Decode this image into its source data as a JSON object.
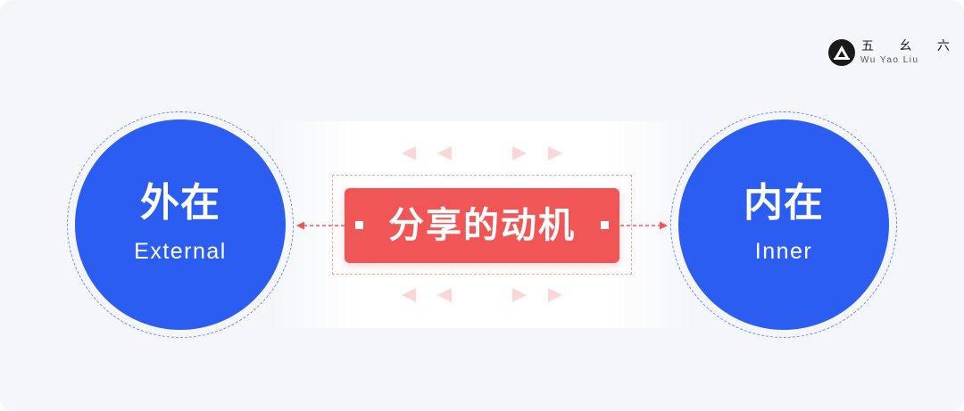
{
  "logo": {
    "name_cn": "五 幺 六",
    "name_en": "Wu Yao Liu",
    "mark_icon": "mountain-logo-icon"
  },
  "center": {
    "title": "分享的动机",
    "color": "#f05656"
  },
  "left_node": {
    "title_cn": "外在",
    "title_en": "External",
    "color": "#2b5ef0"
  },
  "right_node": {
    "title_cn": "内在",
    "title_en": "Inner",
    "color": "#2b5ef0"
  },
  "decorations": {
    "arrow_icon": "triangle-arrow-icon",
    "connector_color": "#f05656",
    "ring_color": "#6f8cf5",
    "arrow_fill": "#fbd6d6"
  }
}
